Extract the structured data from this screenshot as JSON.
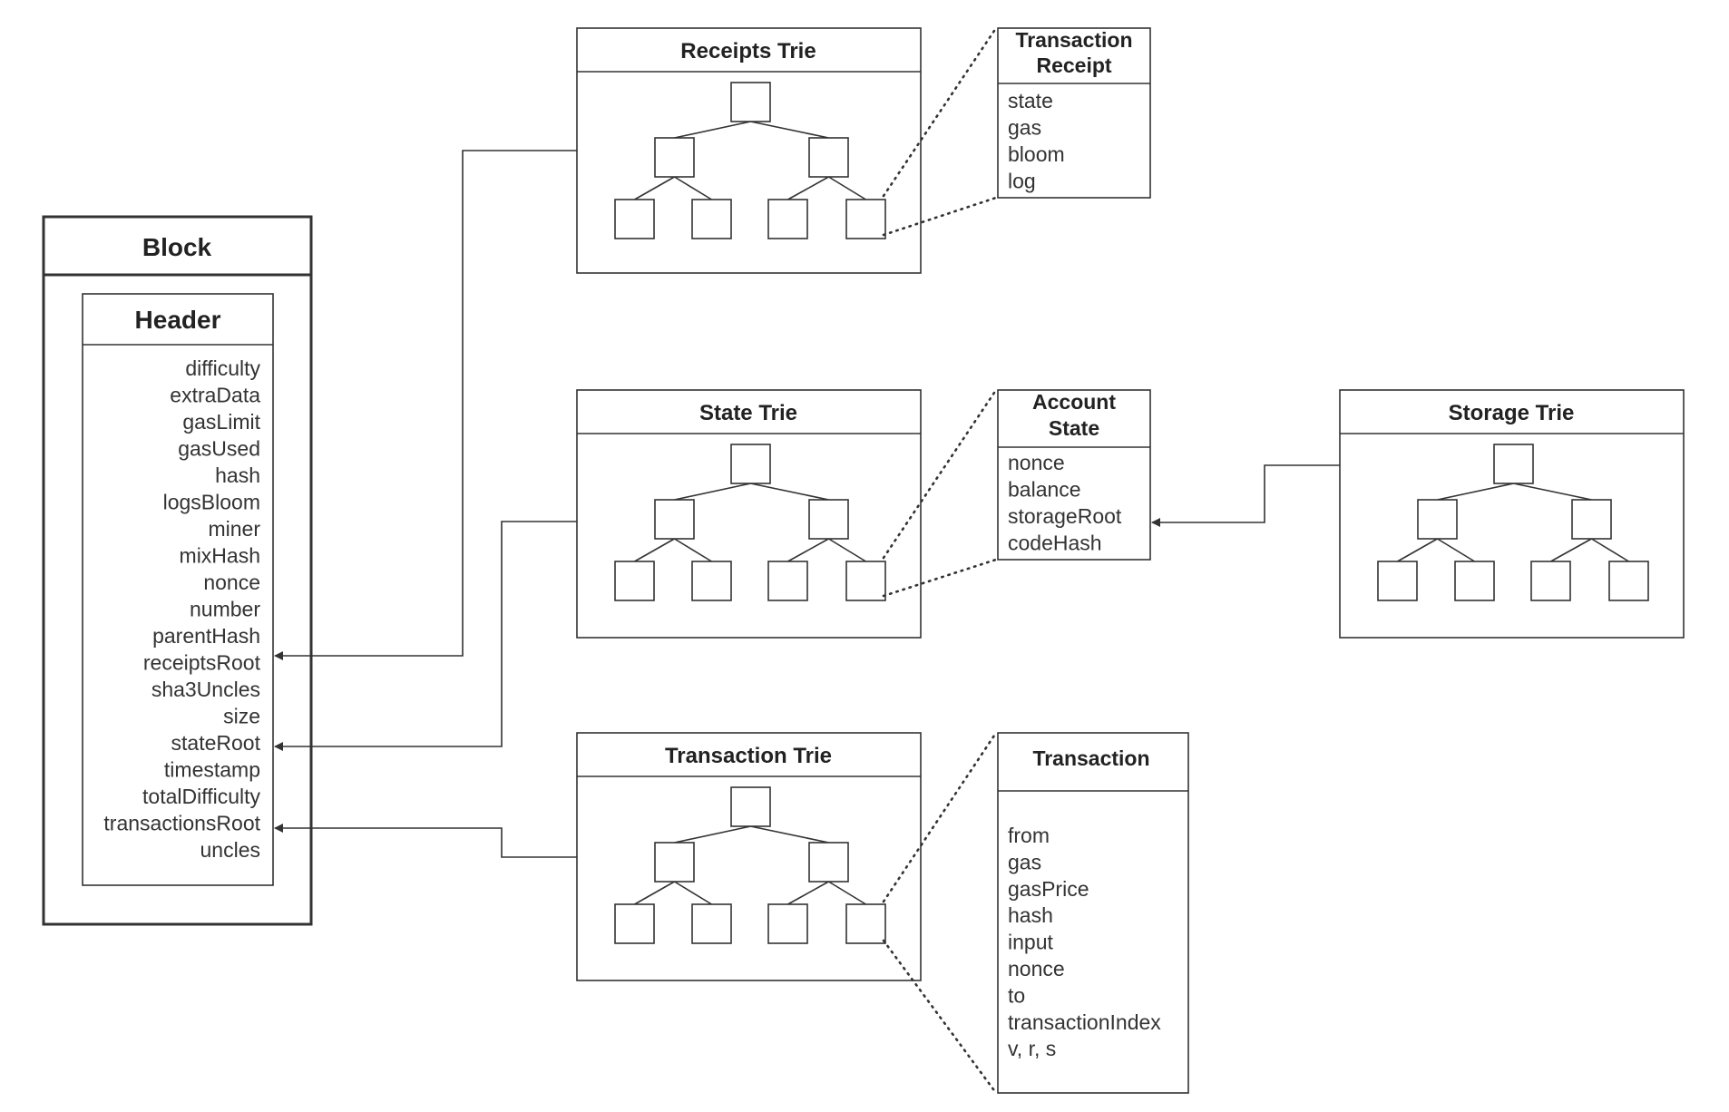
{
  "block": {
    "title": "Block",
    "header": {
      "title": "Header",
      "fields": [
        "difficulty",
        "extraData",
        "gasLimit",
        "gasUsed",
        "hash",
        "logsBloom",
        "miner",
        "mixHash",
        "nonce",
        "number",
        "parentHash",
        "receiptsRoot",
        "sha3Uncles",
        "size",
        "stateRoot",
        "timestamp",
        "totalDifficulty",
        "transactionsRoot",
        "uncles"
      ]
    }
  },
  "tries": {
    "receipts": {
      "title": "Receipts Trie"
    },
    "state": {
      "title": "State Trie"
    },
    "transaction": {
      "title": "Transaction Trie"
    },
    "storage": {
      "title": "Storage Trie"
    }
  },
  "records": {
    "receipt": {
      "title_lines": [
        "Transaction",
        "Receipt"
      ],
      "fields": [
        "state",
        "gas",
        "bloom",
        "log"
      ]
    },
    "account": {
      "title_lines": [
        "Account",
        "State"
      ],
      "fields": [
        "nonce",
        "balance",
        "storageRoot",
        "codeHash"
      ]
    },
    "transaction": {
      "title_lines": [
        "Transaction"
      ],
      "fields": [
        "from",
        "gas",
        "gasPrice",
        "hash",
        "input",
        "nonce",
        "to",
        "transactionIndex",
        "v, r, s"
      ]
    }
  },
  "colors": {
    "stroke": "#333333",
    "text": "#222222",
    "background": "#ffffff"
  }
}
